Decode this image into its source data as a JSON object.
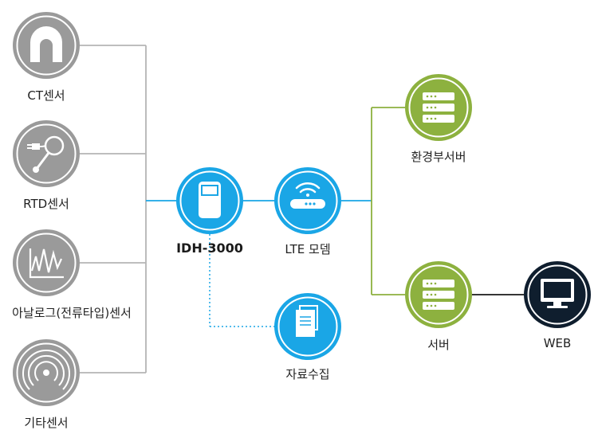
{
  "sensors": {
    "ct": {
      "label": "CT센서",
      "icon": "ct-clamp-icon"
    },
    "rtd": {
      "label": "RTD센서",
      "icon": "rtd-probe-icon"
    },
    "analog": {
      "label": "아날로그(전류타입)센서",
      "icon": "analog-waveform-icon"
    },
    "other": {
      "label": "기타센서",
      "icon": "wireless-signal-icon"
    }
  },
  "device": {
    "label": "IDH-3000",
    "icon": "device-icon"
  },
  "modem": {
    "label": "LTE 모뎀",
    "icon": "wifi-router-icon"
  },
  "collection": {
    "label": "자료수집",
    "icon": "documents-icon"
  },
  "env_server": {
    "label": "환경부서버",
    "icon": "server-icon"
  },
  "server": {
    "label": "서버",
    "icon": "server-icon"
  },
  "web": {
    "label": "WEB",
    "icon": "monitor-icon"
  },
  "colors": {
    "sensor_gray": "#9a9a9a",
    "blue": "#1aa6e6",
    "green": "#8db13f",
    "navy": "#0f1e2e",
    "line_gray": "#b5b5b5",
    "line_blue": "#1aa6e6",
    "line_green": "#8db13f"
  }
}
